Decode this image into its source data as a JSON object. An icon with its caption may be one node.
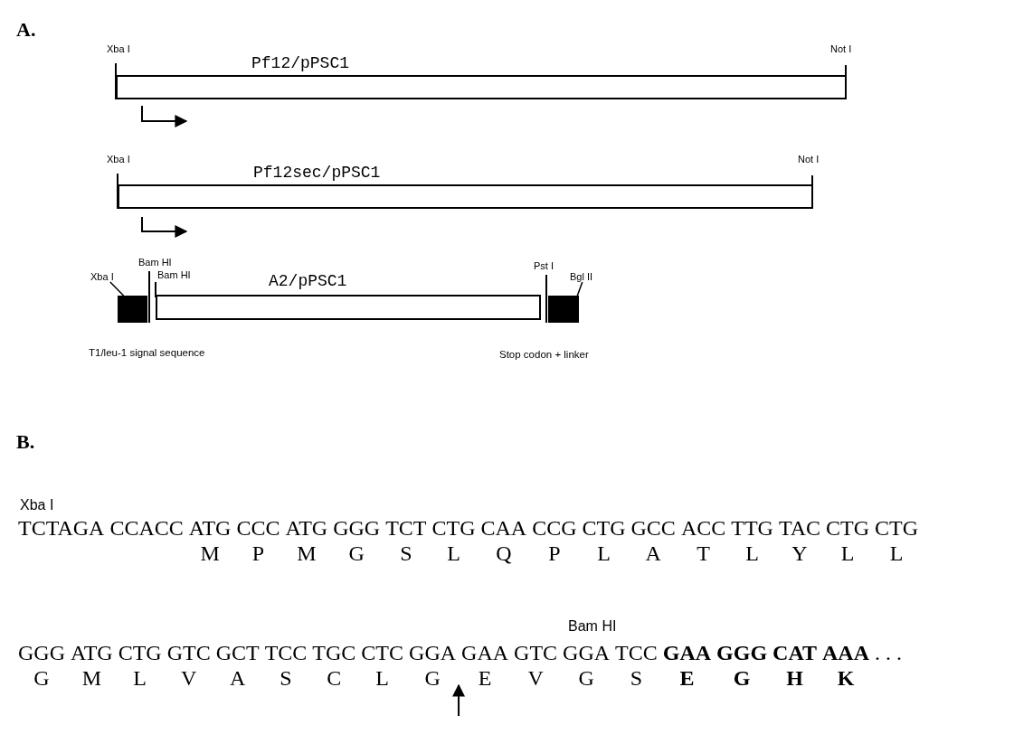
{
  "diagram": {
    "nodes": [
      {
        "text": [
          "Pf12/pPSC1"
        ],
        "beside": [
          "Xba I",
          "Not I"
        ]
      },
      {
        "text": [
          "Pf12sec/pPSC1"
        ],
        "beside": [
          "Xba I",
          "Not I"
        ]
      },
      {
        "text": [],
        "shape": "box",
        "beside": [
          "Bam HI",
          "T1/leu-1 signal sequence"
        ]
      },
      {
        "text": [
          "A2/pPSC1"
        ],
        "beside": [
          "Bam HI"
        ]
      },
      {
        "text": [],
        "shape": "box",
        "beside": [
          "Pst I",
          "Stop codon + linker"
        ]
      },
      {
        "text": [
          "Xba I"
        ]
      },
      {
        "text": [
          "Bgl II"
        ]
      }
    ],
    "edges": [
      {
        "from": 5,
        "to": 2,
        "arrow": "none"
      },
      {
        "from": 6,
        "to": 4,
        "arrow": "none"
      }
    ],
    "labels": [
      "A.",
      "B.",
      "Xba I",
      "TCTAGA CCACC ATG CCC ATG GGG TCT CTG CAA CCG CTG GCC ACC TTG TAC CTG CTG",
      "M P M G S L Q P L A T L Y L L",
      "Bam HI",
      "GGG ATG CTG GTC GCT TCC TGC CTC GGA GAA GTC GGA TCC **GAA** **GGG** **CAT** **AAA** . . .",
      "G M L V A S C L G E V G S **E** **G** **H** **K**"
    ]
  }
}
